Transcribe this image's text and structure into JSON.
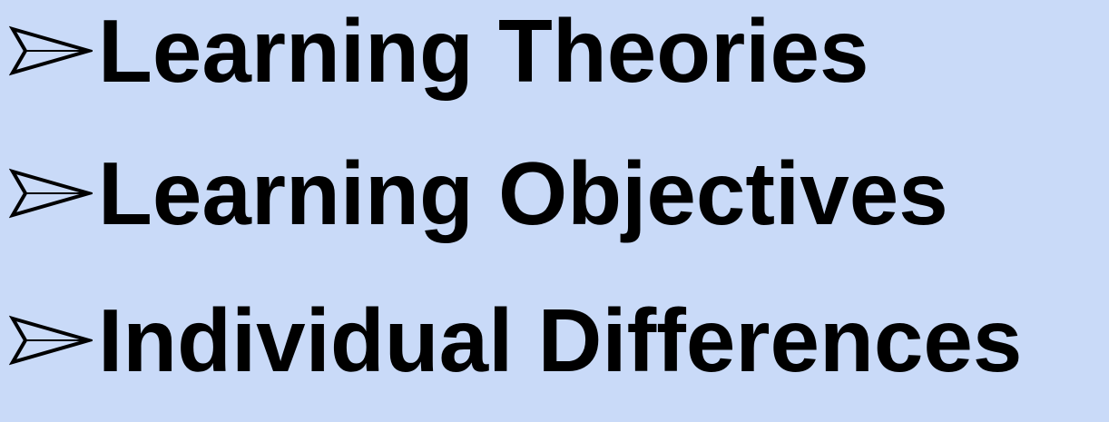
{
  "slide": {
    "background_color": "#C9DAF8",
    "text_color": "#000000",
    "bullet_icon": "arrowhead-bullet-icon",
    "items": [
      {
        "label": "Learning Theories"
      },
      {
        "label": "Learning Objectives"
      },
      {
        "label": "Individual Differences"
      }
    ]
  }
}
